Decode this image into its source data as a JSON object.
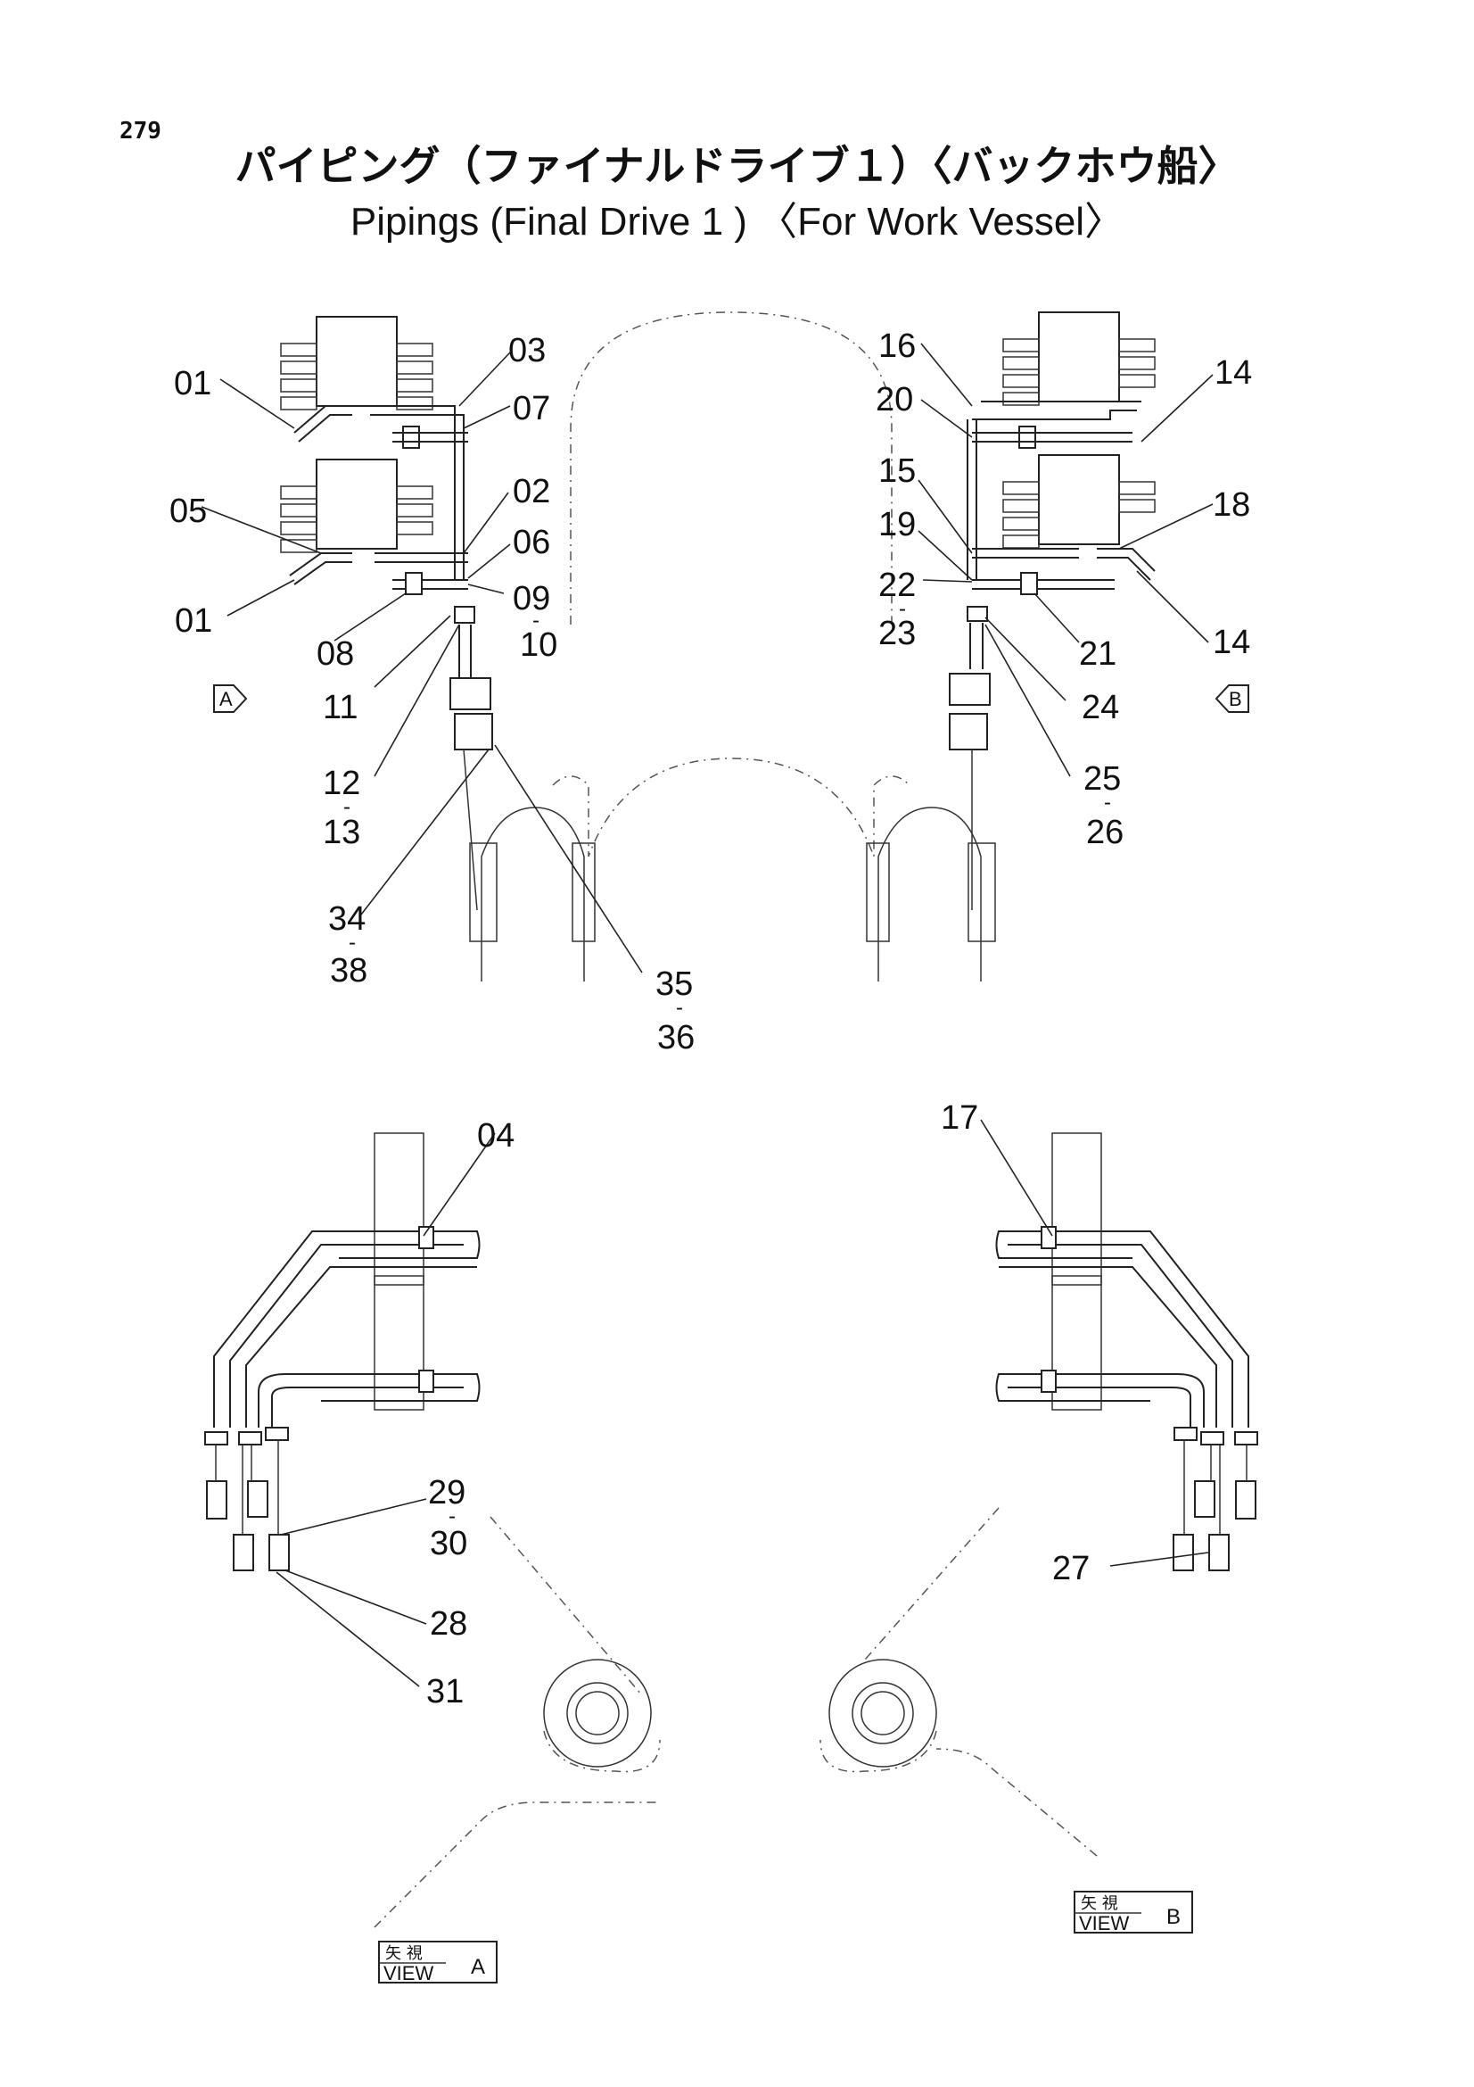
{
  "page_number": "279",
  "title_jp": "パイピング（ファイナルドライブ１）〈バックホウ船〉",
  "title_en": "Pipings (Final Drive  1 ) 〈For Work Vessel〉",
  "callouts": {
    "c01a": "01",
    "c01b": "01",
    "c02": "02",
    "c03": "03",
    "c04": "04",
    "c05": "05",
    "c06": "06",
    "c07": "07",
    "c08": "08",
    "c09": "09",
    "c10": "10",
    "c11": "11",
    "c12": "12",
    "c13": "13",
    "c14a": "14",
    "c14b": "14",
    "c15": "15",
    "c16": "16",
    "c17": "17",
    "c18": "18",
    "c19": "19",
    "c20": "20",
    "c21": "21",
    "c22": "22",
    "c23": "23",
    "c24": "24",
    "c25": "25",
    "c26": "26",
    "c27": "27",
    "c28": "28",
    "c29": "29",
    "c30": "30",
    "c31": "31",
    "c34": "34",
    "c35": "35",
    "c36": "36",
    "c38": "38"
  },
  "range_separator": "-",
  "view_markers": {
    "a": {
      "letter": "A"
    },
    "b": {
      "letter": "B"
    }
  },
  "view_labels": {
    "a": {
      "jp": "矢 視",
      "en": "VIEW",
      "letter": "A"
    },
    "b": {
      "jp": "矢 視",
      "en": "VIEW",
      "letter": "B"
    }
  }
}
